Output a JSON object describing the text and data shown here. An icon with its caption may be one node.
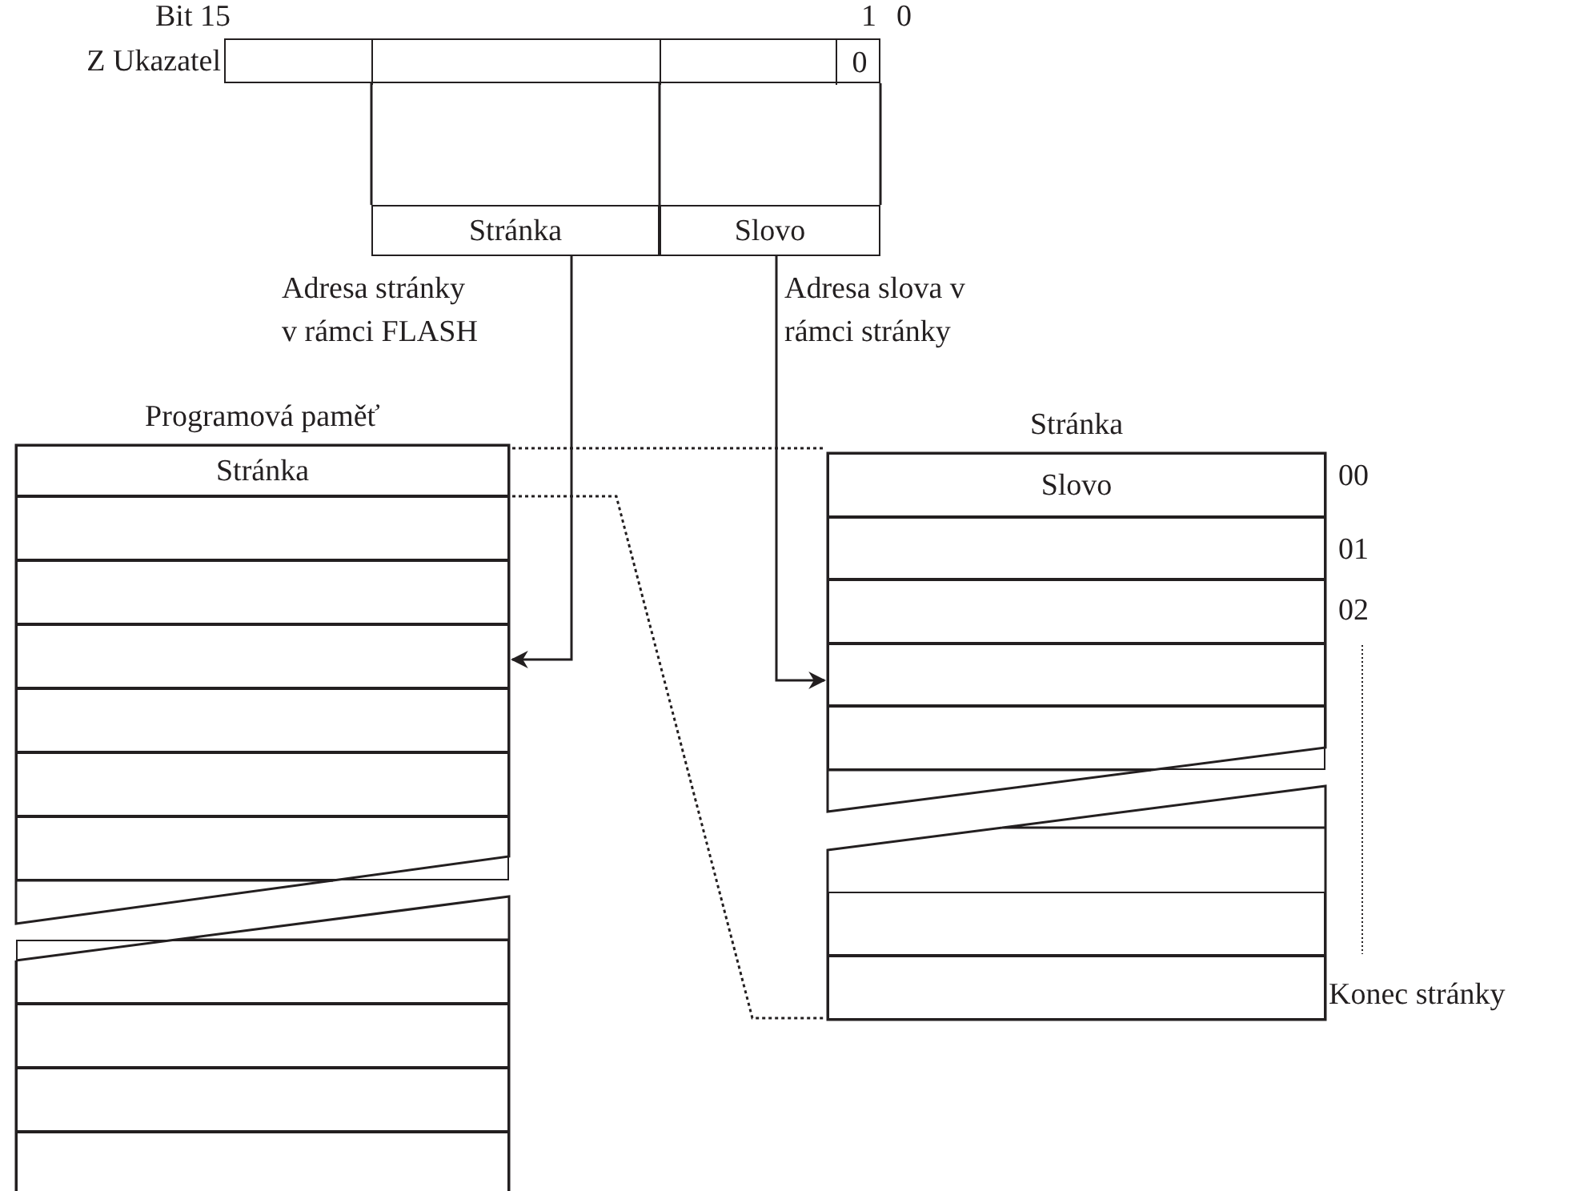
{
  "diagram": {
    "nodes": [
      {
        "text": [
          "Z Ukazatel"
        ]
      },
      {
        "text": [],
        "shape": "box",
        "in": 0
      },
      {
        "text": [],
        "shape": "box",
        "in": 0
      },
      {
        "text": [],
        "shape": "box",
        "in": 0
      },
      {
        "text": [
          "0"
        ],
        "in": 0
      },
      {
        "text": [
          "Stránka"
        ]
      },
      {
        "text": [
          "Slovo"
        ]
      },
      {
        "text": [
          "Programová paměť"
        ]
      },
      {
        "text": [
          "Stránka"
        ],
        "in": 7
      },
      {
        "text": [],
        "shape": "box",
        "in": 7
      },
      {
        "text": [],
        "shape": "box",
        "in": 7
      },
      {
        "text": [],
        "shape": "box",
        "in": 7
      },
      {
        "text": [],
        "shape": "box",
        "in": 7
      },
      {
        "text": [],
        "shape": "box",
        "in": 7
      },
      {
        "text": [],
        "shape": "box",
        "in": 7
      },
      {
        "text": [],
        "shape": "box"
      },
      {
        "text": [],
        "shape": "box"
      },
      {
        "text": [],
        "shape": "box"
      },
      {
        "text": [],
        "shape": "box"
      },
      {
        "text": [
          "Stránka"
        ]
      },
      {
        "text": [
          "Slovo"
        ],
        "in": 19,
        "beside": [
          "00"
        ]
      },
      {
        "text": [],
        "shape": "box",
        "in": 19,
        "beside": [
          "01"
        ]
      },
      {
        "text": [],
        "shape": "box",
        "in": 19,
        "beside": [
          "02"
        ]
      },
      {
        "text": [],
        "shape": "box",
        "in": 19
      },
      {
        "text": [],
        "shape": "box",
        "in": 19
      },
      {
        "text": [],
        "shape": "box"
      },
      {
        "text": [],
        "shape": "box",
        "beside": [
          "Konec stránky"
        ]
      }
    ],
    "edges": [
      {
        "from": 5,
        "to": 11,
        "arrow": "to",
        "label": "Adresa stránky v rámci FLASH"
      },
      {
        "from": 6,
        "to": 23,
        "arrow": "to",
        "label": "Adresa slova v rámci stránky"
      },
      {
        "from": 8,
        "to": 19,
        "arrow": "none",
        "style": "dashed"
      },
      {
        "from": 8,
        "to": 26,
        "arrow": "none",
        "style": "dashed"
      }
    ],
    "labels": [
      "Bit 15",
      "1",
      "0"
    ]
  }
}
